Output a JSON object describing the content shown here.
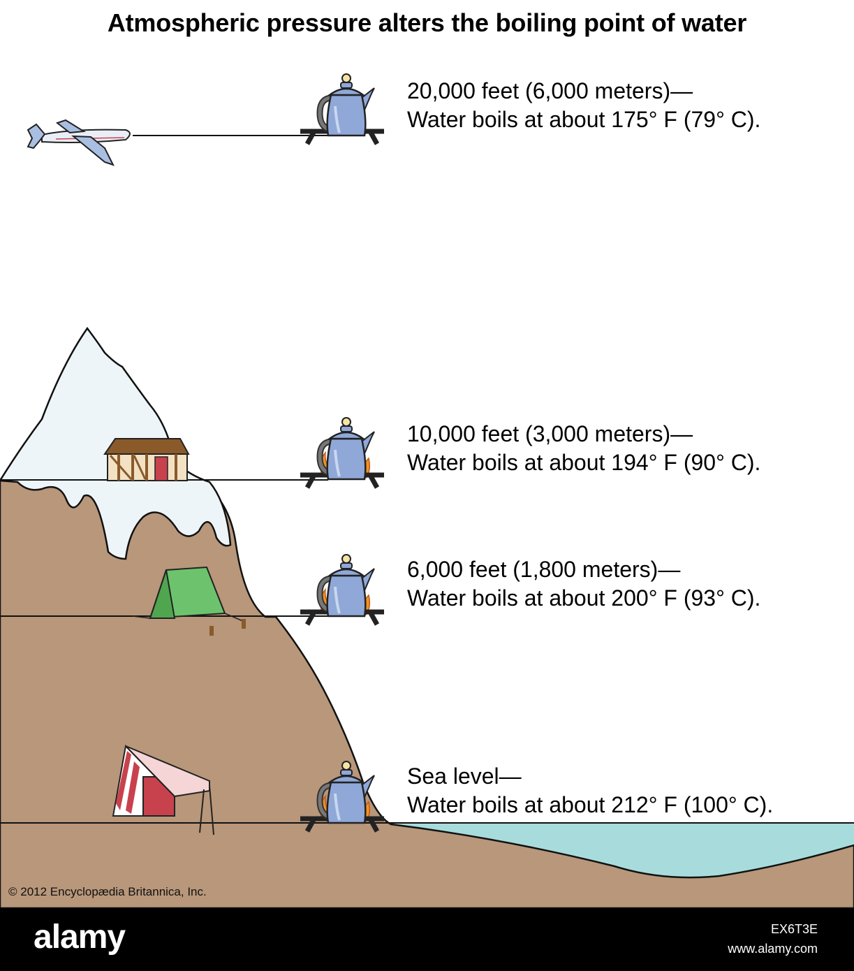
{
  "title": "Atmospheric pressure alters the boiling point of water",
  "levels": [
    {
      "altitude": "20,000 feet (6,000 meters)—",
      "boiling": "Water boils at about 175° F (79° C)."
    },
    {
      "altitude": "10,000 feet (3,000 meters)—",
      "boiling": "Water boils at about 194° F (90° C)."
    },
    {
      "altitude": "6,000 feet (1,800 meters)—",
      "boiling": "Water boils at about 200° F (93° C)."
    },
    {
      "altitude": "Sea level—",
      "boiling": "Water boils at about 212° F (100° C)."
    }
  ],
  "copyright": "© 2012 Encyclopædia Britannica, Inc.",
  "footer": {
    "logo": "alamy",
    "image_id": "EX6T3E",
    "url": "www.alamy.com"
  },
  "colors": {
    "ground": "#b8977a",
    "snow": "#eef5f9",
    "water": "#a8dcdc",
    "kettle": "#8fa8d8",
    "flame": "#f39422",
    "tent_green": "#6dc36d",
    "tent_red": "#c8424e"
  }
}
